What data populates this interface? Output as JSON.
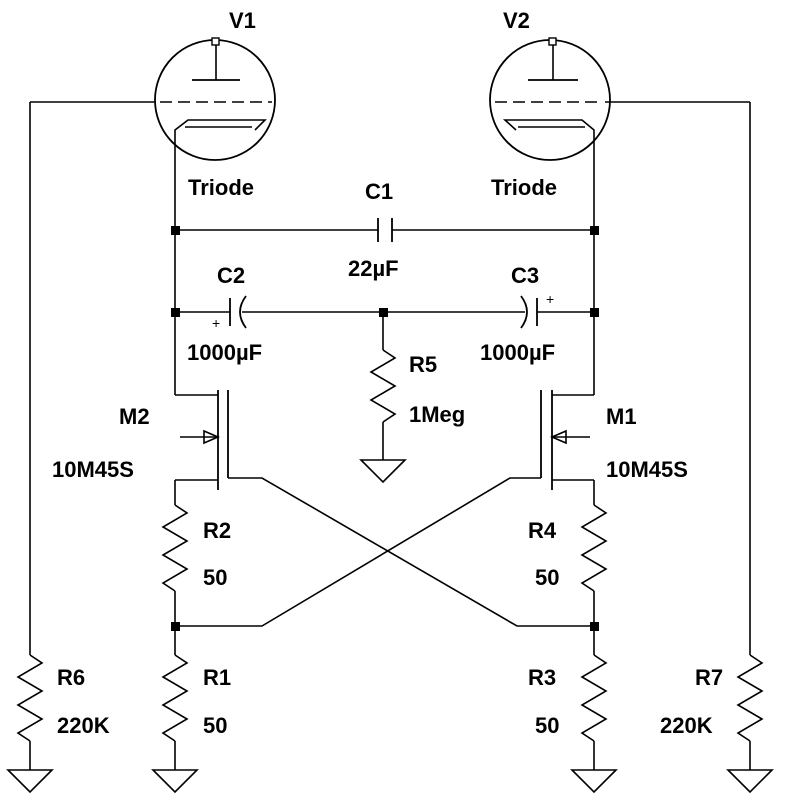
{
  "components": {
    "v1": {
      "ref": "V1",
      "value": "Triode"
    },
    "v2": {
      "ref": "V2",
      "value": "Triode"
    },
    "c1": {
      "ref": "C1",
      "value": "22µF"
    },
    "c2": {
      "ref": "C2",
      "value": "1000µF"
    },
    "c3": {
      "ref": "C3",
      "value": "1000µF"
    },
    "r5": {
      "ref": "R5",
      "value": "1Meg"
    },
    "m2": {
      "ref": "M2",
      "value": "10M45S"
    },
    "m1": {
      "ref": "M1",
      "value": "10M45S"
    },
    "r2": {
      "ref": "R2",
      "value": "50"
    },
    "r4": {
      "ref": "R4",
      "value": "50"
    },
    "r1": {
      "ref": "R1",
      "value": "50"
    },
    "r3": {
      "ref": "R3",
      "value": "50"
    },
    "r6": {
      "ref": "R6",
      "value": "220K"
    },
    "r7": {
      "ref": "R7",
      "value": "220K"
    }
  },
  "polarity_mark": "+"
}
